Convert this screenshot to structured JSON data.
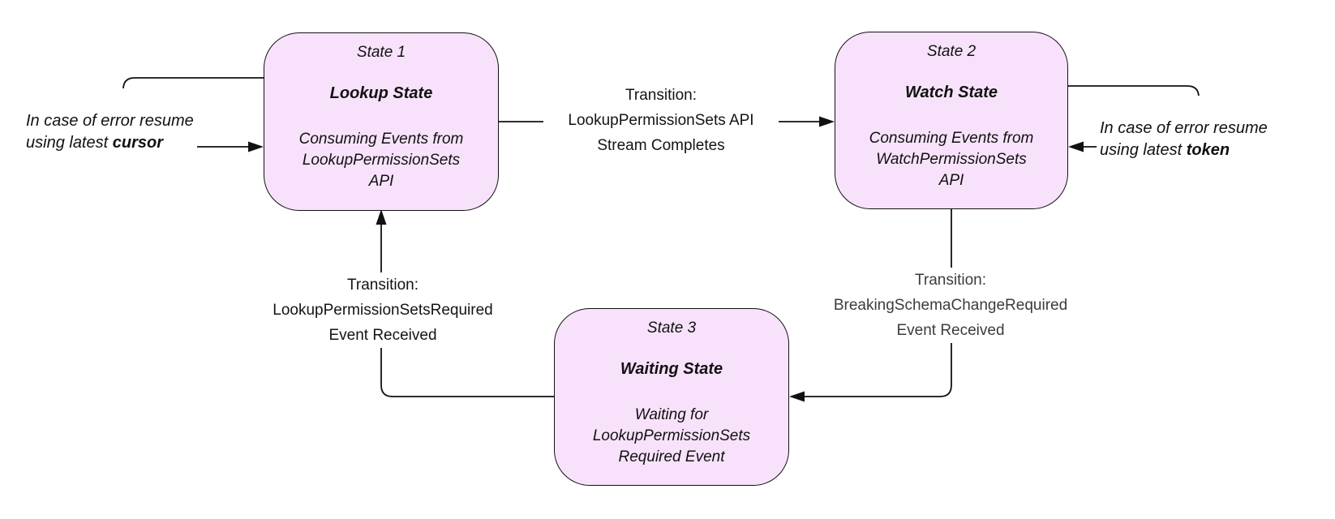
{
  "colors": {
    "state_fill": "#F8E2FB",
    "state_border": "#111111",
    "line": "#111111",
    "label_dark": "#141414",
    "label_muted": "#3c3c40"
  },
  "states": [
    {
      "number": "State 1",
      "title": "Lookup State",
      "description": "Consuming Events from\nLookupPermissionSets\nAPI"
    },
    {
      "number": "State 2",
      "title": "Watch State",
      "description": "Consuming Events from\nWatchPermissionSets\nAPI"
    },
    {
      "number": "State 3",
      "title": "Waiting State",
      "description": "Waiting for\nLookupPermissionSets\nRequired Event"
    }
  ],
  "transitions": [
    {
      "from": "State 1",
      "to": "State 2",
      "label": "Transition:\nLookupPermissionSets API\nStream Completes"
    },
    {
      "from": "State 2",
      "to": "State 3",
      "label": "Transition:\nBreakingSchemaChangeRequired\nEvent Received"
    },
    {
      "from": "State 3",
      "to": "State 1",
      "label": "Transition:\nLookupPermissionSetsRequired\nEvent Received"
    }
  ],
  "annotations": [
    {
      "target": "State 1",
      "text": "In case of error resume\nusing latest ",
      "emphasis": "cursor"
    },
    {
      "target": "State 2",
      "text": "In case of error resume\nusing latest ",
      "emphasis": "token"
    }
  ]
}
